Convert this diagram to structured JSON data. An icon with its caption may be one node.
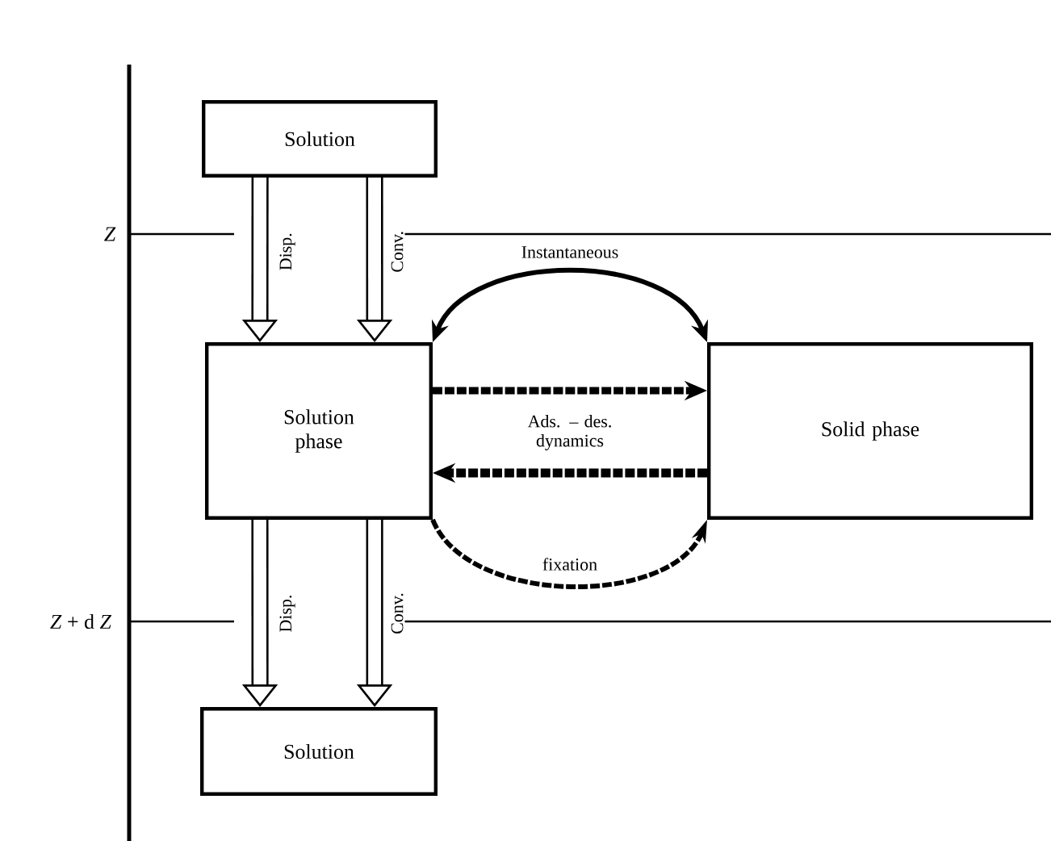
{
  "diagram": {
    "nodes": [
      {
        "text": [
          "Solution"
        ]
      },
      {
        "text": [
          "Solution phase"
        ]
      },
      {
        "text": [
          "Solid phase"
        ]
      },
      {
        "text": [
          "Solution"
        ]
      }
    ],
    "edges": [
      {
        "from": 0,
        "to": 1,
        "arrow": "to",
        "style": "thick",
        "label": "Disp."
      },
      {
        "from": 0,
        "to": 1,
        "arrow": "to",
        "style": "thick",
        "label": "Conv."
      },
      {
        "from": 1,
        "to": 3,
        "arrow": "to",
        "style": "thick",
        "label": "Disp."
      },
      {
        "from": 1,
        "to": 3,
        "arrow": "to",
        "style": "thick",
        "label": "Conv."
      },
      {
        "from": 1,
        "to": 2,
        "arrow": "both",
        "label": "Instantaneous"
      },
      {
        "from": 1,
        "to": 2,
        "arrow": "to",
        "style": "dashed",
        "label": "Ads. – des. dynamics"
      },
      {
        "from": 2,
        "to": 1,
        "arrow": "to",
        "style": "dashed"
      },
      {
        "from": 1,
        "to": 2,
        "arrow": "to",
        "style": "dashed",
        "label": "fixation"
      }
    ],
    "labels": [
      "Z",
      "*Z* + d *Z*"
    ]
  }
}
